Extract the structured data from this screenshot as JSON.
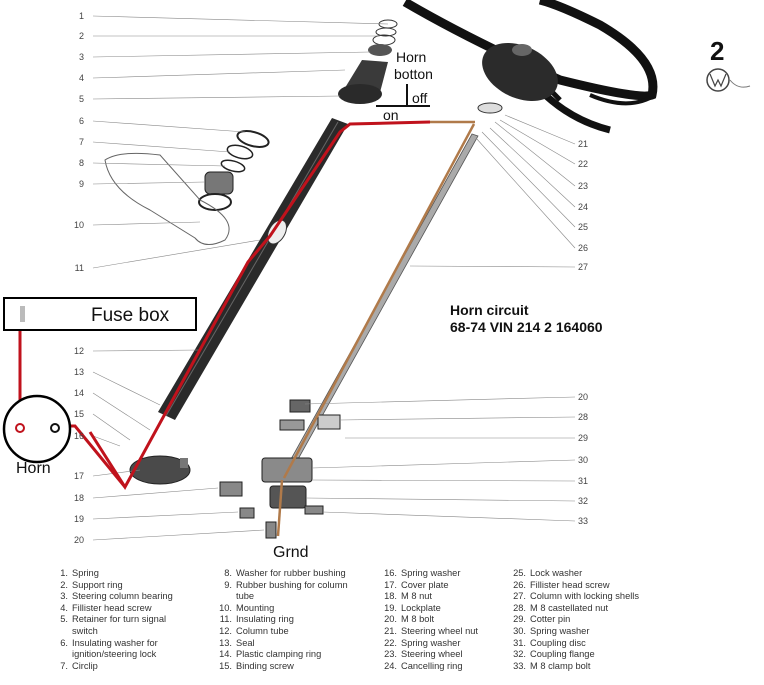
{
  "page": {
    "section_number": "2",
    "left_callouts": [
      "1",
      "2",
      "3",
      "4",
      "5",
      "6",
      "7",
      "8",
      "9",
      "10",
      "11",
      "12",
      "13",
      "14",
      "15",
      "16",
      "17",
      "18",
      "19",
      "20"
    ],
    "right_callouts": [
      "21",
      "22",
      "23",
      "24",
      "25",
      "26",
      "27",
      "20",
      "28",
      "29",
      "30",
      "31",
      "32",
      "33"
    ]
  },
  "annotations": {
    "horn_button_line1": "Horn",
    "horn_button_line2": "botton",
    "off": "off",
    "on": "on",
    "fuse_box": "Fuse box",
    "horn": "Horn",
    "grnd": "Grnd",
    "circuit_title": "Horn circuit",
    "circuit_sub": "68-74 VIN 214 2 164060"
  },
  "legend": {
    "col1": [
      {
        "n": "1.",
        "t": "Spring"
      },
      {
        "n": "2.",
        "t": "Support ring"
      },
      {
        "n": "3.",
        "t": "Steering column bearing"
      },
      {
        "n": "4.",
        "t": "Fillister head screw"
      },
      {
        "n": "5.",
        "t": "Retainer for turn signal"
      },
      {
        "n": "",
        "t": "switch"
      },
      {
        "n": "6.",
        "t": "Insulating washer for"
      },
      {
        "n": "",
        "t": "ignition/steering lock"
      },
      {
        "n": "7.",
        "t": "Circlip"
      }
    ],
    "col2": [
      {
        "n": "8.",
        "t": "Washer for rubber bushing"
      },
      {
        "n": "9.",
        "t": "Rubber bushing for column"
      },
      {
        "n": "",
        "t": "tube"
      },
      {
        "n": "10.",
        "t": "Mounting"
      },
      {
        "n": "11.",
        "t": "Insulating ring"
      },
      {
        "n": "12.",
        "t": "Column tube"
      },
      {
        "n": "13.",
        "t": "Seal"
      },
      {
        "n": "14.",
        "t": "Plastic clamping ring"
      },
      {
        "n": "15.",
        "t": "Binding screw"
      }
    ],
    "col3": [
      {
        "n": "16.",
        "t": "Spring washer"
      },
      {
        "n": "17.",
        "t": "Cover plate"
      },
      {
        "n": "18.",
        "t": "M 8 nut"
      },
      {
        "n": "19.",
        "t": "Lockplate"
      },
      {
        "n": "20.",
        "t": "M 8 bolt"
      },
      {
        "n": "21.",
        "t": "Steering wheel nut"
      },
      {
        "n": "22.",
        "t": "Spring washer"
      },
      {
        "n": "23.",
        "t": "Steering wheel"
      },
      {
        "n": "24.",
        "t": "Cancelling ring"
      }
    ],
    "col4": [
      {
        "n": "25.",
        "t": "Lock washer"
      },
      {
        "n": "26.",
        "t": "Fillister head screw"
      },
      {
        "n": "27.",
        "t": "Column with locking shells"
      },
      {
        "n": "28.",
        "t": "M 8 castellated nut"
      },
      {
        "n": "29.",
        "t": "Cotter pin"
      },
      {
        "n": "30.",
        "t": "Spring washer"
      },
      {
        "n": "31.",
        "t": "Coupling disc"
      },
      {
        "n": "32.",
        "t": "Coupling flange"
      },
      {
        "n": "33.",
        "t": "M 8 clamp bolt"
      }
    ]
  },
  "colors": {
    "wire_red": "#c0121c",
    "wire_brown": "#b07a4a",
    "line_gray": "#777777",
    "part_dark": "#2a2a2a"
  }
}
